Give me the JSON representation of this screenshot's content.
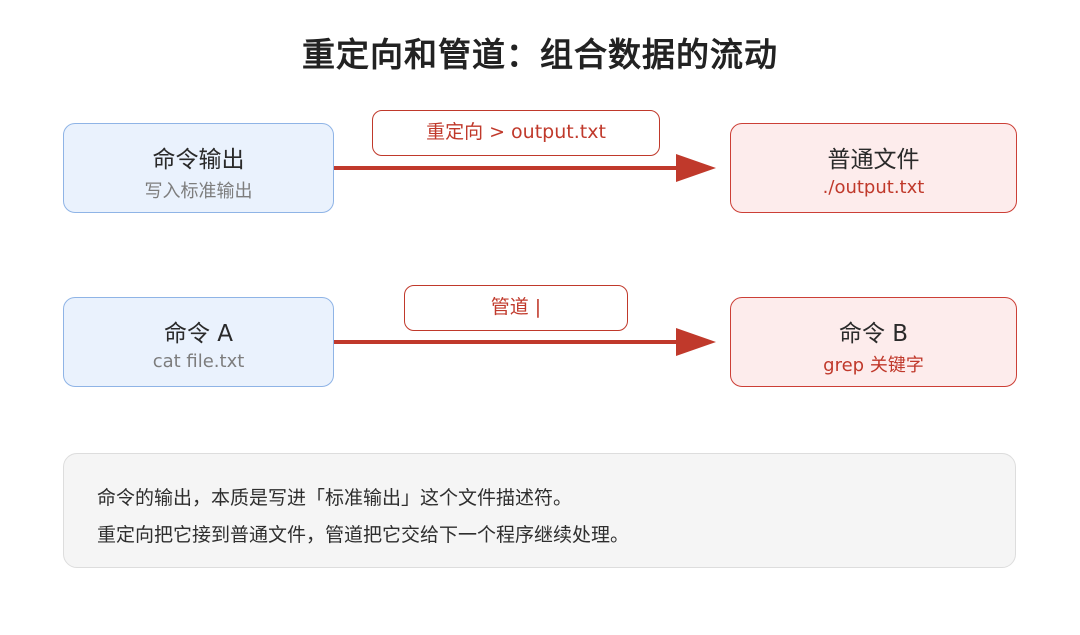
{
  "title": "重定向和管道：组合数据的流动",
  "row1": {
    "source": {
      "main": "命令输出",
      "sub": "写入标准输出"
    },
    "label": "重定向 > output.txt",
    "target": {
      "main": "普通文件",
      "sub": "./output.txt"
    }
  },
  "row2": {
    "source": {
      "main": "命令 A",
      "sub": "cat file.txt"
    },
    "label": "管道 |",
    "target": {
      "main": "命令 B",
      "sub": "grep 关键字"
    }
  },
  "note": {
    "line1": "命令的输出，本质是写进「标准输出」这个文件描述符。",
    "line2": "重定向把它接到普通文件，管道把它交给下一个程序继续处理。"
  },
  "colors": {
    "arrow": "#c0392b",
    "source_fill": "#eaf2fd",
    "source_border": "#8fb4e6",
    "target_fill": "#fdecec",
    "target_border": "#cc3f36"
  }
}
